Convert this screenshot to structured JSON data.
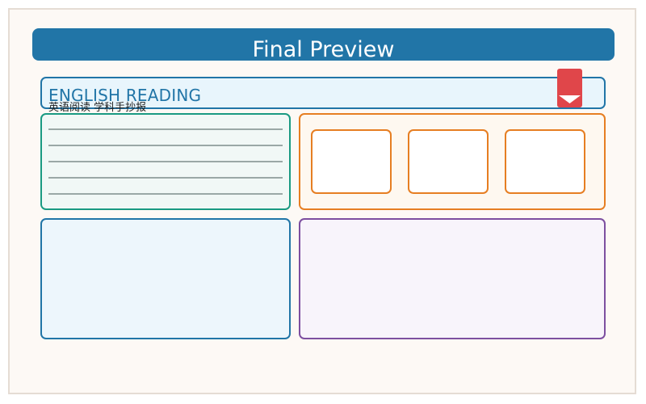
{
  "title": "Final Preview",
  "header": {
    "english": "ENGLISH READING",
    "chinese": "英语阅读 学科手抄报"
  },
  "colors": {
    "title_bar": "#2175a7",
    "header_fill": "#e8f5fc",
    "bookmark": "#e0464a",
    "lines_panel_border": "#1a9a82",
    "cards_panel_border": "#e67e22",
    "blue_panel_border": "#2175a7",
    "purple_panel_border": "#7d4fa0",
    "sheet_background": "#fdf9f5"
  },
  "icons": {
    "bookmark": "bookmark-icon"
  },
  "lines_panel": {
    "rule_count": 5
  },
  "cards_panel": {
    "card_count": 3
  }
}
